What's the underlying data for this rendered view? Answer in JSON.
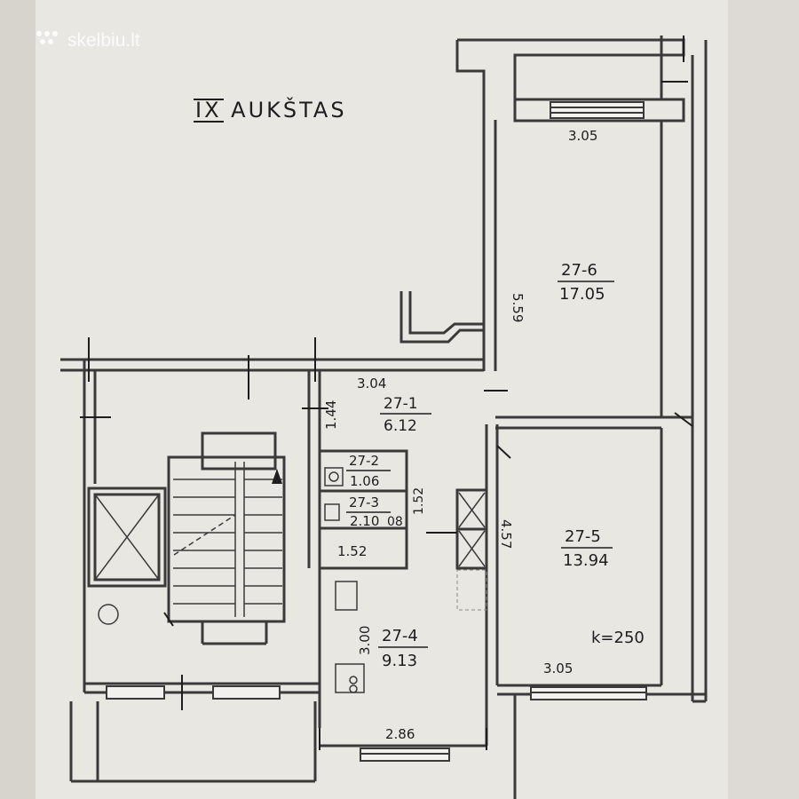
{
  "watermark": "skelbiu.lt",
  "title": "IX AUKŠTAS",
  "rooms": [
    {
      "id": "27-6",
      "area": "17.05"
    },
    {
      "id": "27-1",
      "area": "6.12"
    },
    {
      "id": "27-2",
      "area": "1.06"
    },
    {
      "id": "27-3",
      "area": "2.10"
    },
    {
      "id": "27-4",
      "area": "9.13"
    },
    {
      "id": "27-5",
      "area": "13.94"
    }
  ],
  "dimensions": {
    "top_width": "3.05",
    "room6_length": "5.59",
    "hall_width": "3.04",
    "hall_depth": "1.44",
    "bath_depth": "1.52",
    "toilet_num": "08",
    "storage": "1.52",
    "kitchen_length": "3.00",
    "kitchen_width": "2.86",
    "room5_length": "4.57",
    "room5_width": "3.05",
    "ceiling_height": "k=250"
  },
  "colors": {
    "paper": "#eae8e3",
    "ink": "#1e1e1e",
    "wall": "#3a3a3a"
  }
}
